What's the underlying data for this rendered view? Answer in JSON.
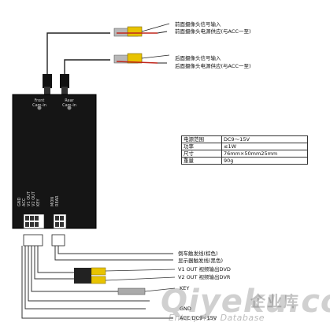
{
  "inputs": {
    "front_video_label": "前面摄像头信号输入",
    "front_power_label": "前面摄像头电源供应(与ACC一至)",
    "rear_video_label": "后面摄像头信号输入",
    "rear_power_label": "后面摄像头电源供应(与ACC一至)"
  },
  "device": {
    "front_port_label": "Front Cam-in",
    "rear_port_label": "Rear Cam-in",
    "pin_labels_left": [
      "GND",
      "ACC",
      "V1 OUT",
      "V2 OUT",
      "KEY"
    ],
    "pin_labels_right": [
      "MON",
      "REAR"
    ]
  },
  "specs": [
    {
      "key": "电源范围",
      "value": "DC9～15V"
    },
    {
      "key": "功率",
      "value": "≤1W"
    },
    {
      "key": "尺寸",
      "value": "76mm×50mm25mm"
    },
    {
      "key": "重量",
      "value": "90g"
    }
  ],
  "outputs": {
    "reverse_trigger": "倒车触发线(棕色)",
    "display_trigger": "显示器触发线(黑色)",
    "v1_out": "V1 OUT 视频输出DVD",
    "v2_out": "V2 OUT 视频输出DVR",
    "key": "KEY",
    "gnd": "GND",
    "acc": "ACC DC9~15V"
  },
  "watermark": {
    "logo": "Qiyeku.com",
    "chinese": "企业库",
    "english": "Enterprise Database"
  },
  "colors": {
    "device_body": "#151515",
    "rca_yellow": "#e8c300",
    "power_red": "#c0261c",
    "wire": "#222222"
  }
}
